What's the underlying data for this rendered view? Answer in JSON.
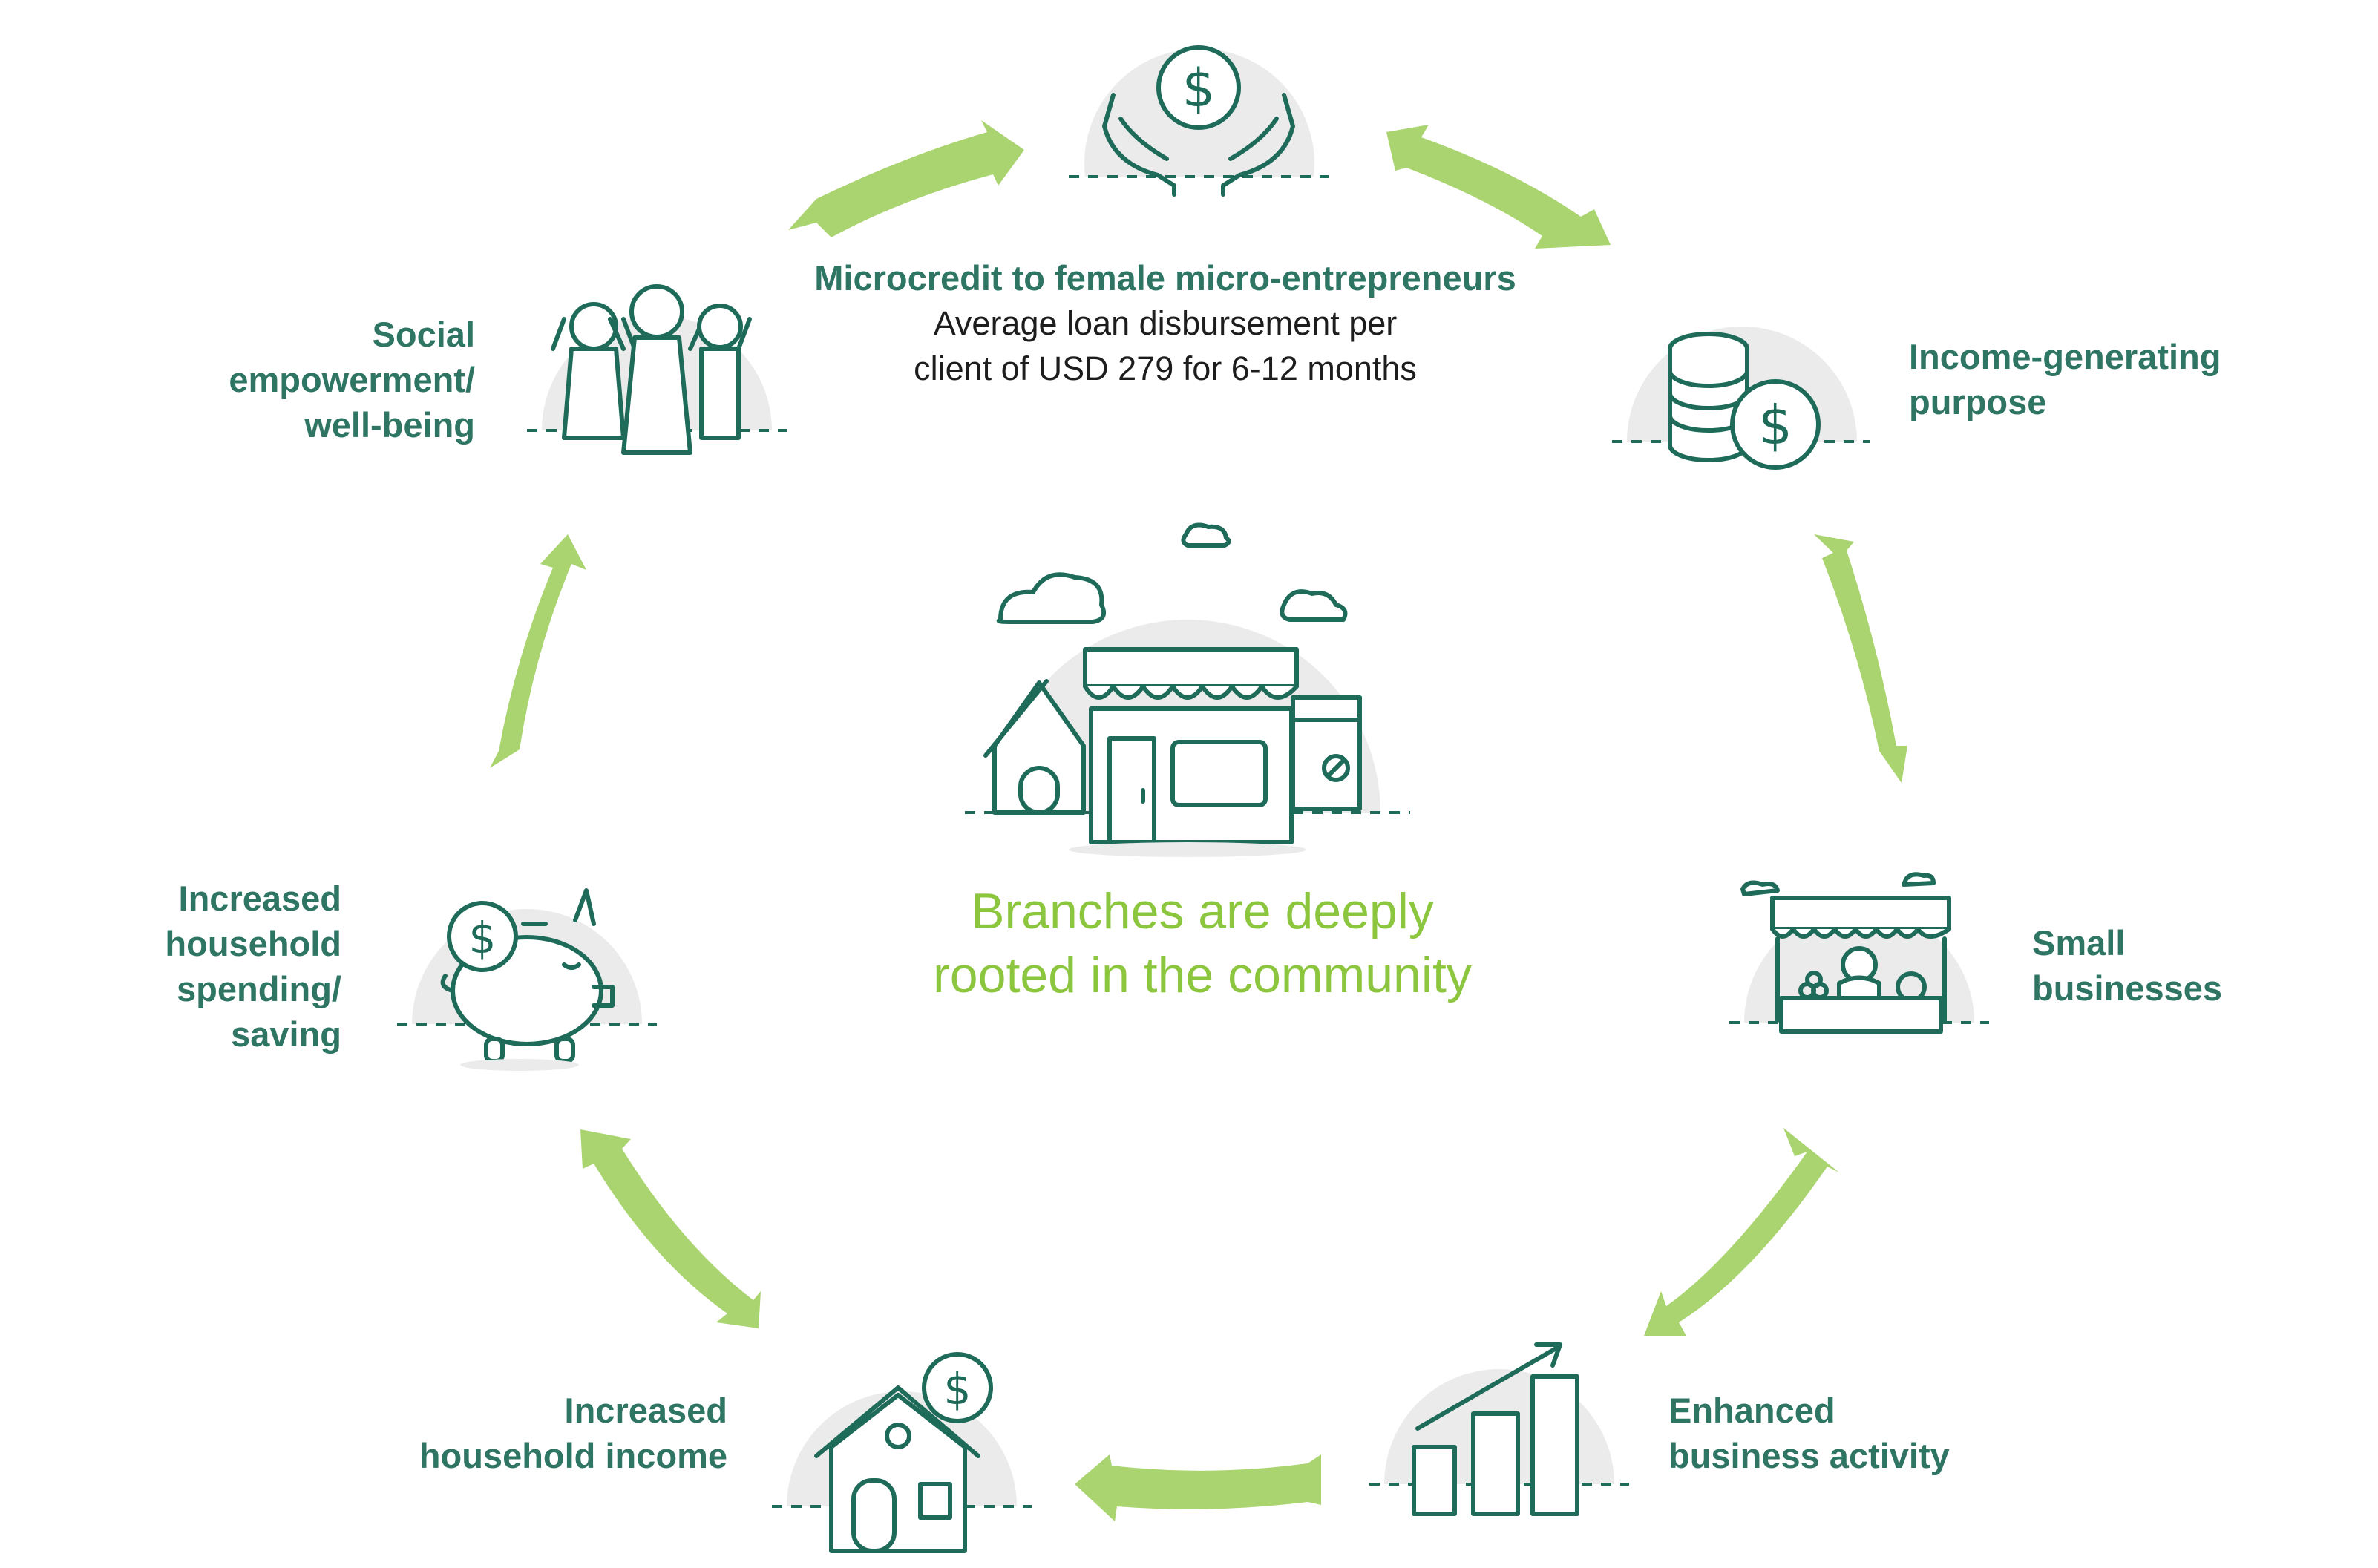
{
  "top": {
    "title": "Microcredit to female micro-entrepreneurs",
    "subtitle_lines": [
      "Average loan disbursement per",
      "client of USD 279 for 6-12 months"
    ]
  },
  "center": {
    "caption_lines": [
      "Branches are deeply",
      "rooted in the community"
    ]
  },
  "steps": [
    {
      "id": "income-generating",
      "lines": [
        "Income-generating",
        "purpose"
      ],
      "icon": "coins-dollar-icon"
    },
    {
      "id": "small-businesses",
      "lines": [
        "Small",
        "businesses"
      ],
      "icon": "market-stall-icon"
    },
    {
      "id": "enhanced-business",
      "lines": [
        "Enhanced",
        "business activity"
      ],
      "icon": "bar-chart-growth-icon"
    },
    {
      "id": "household-income",
      "lines": [
        "Increased",
        "household income"
      ],
      "icon": "house-dollar-icon"
    },
    {
      "id": "household-spending",
      "lines": [
        "Increased",
        "household",
        "spending/",
        "saving"
      ],
      "icon": "piggy-bank-icon"
    },
    {
      "id": "social-empowerment",
      "lines": [
        "Social",
        "empowerment/",
        "well-being"
      ],
      "icon": "women-group-icon"
    }
  ],
  "colors": {
    "teal": "#2f7564",
    "green_arrow": "#a9d46f",
    "green_text": "#8cc63f",
    "circle_gray": "#ebebeb",
    "icon_stroke": "#1f6b5a"
  }
}
